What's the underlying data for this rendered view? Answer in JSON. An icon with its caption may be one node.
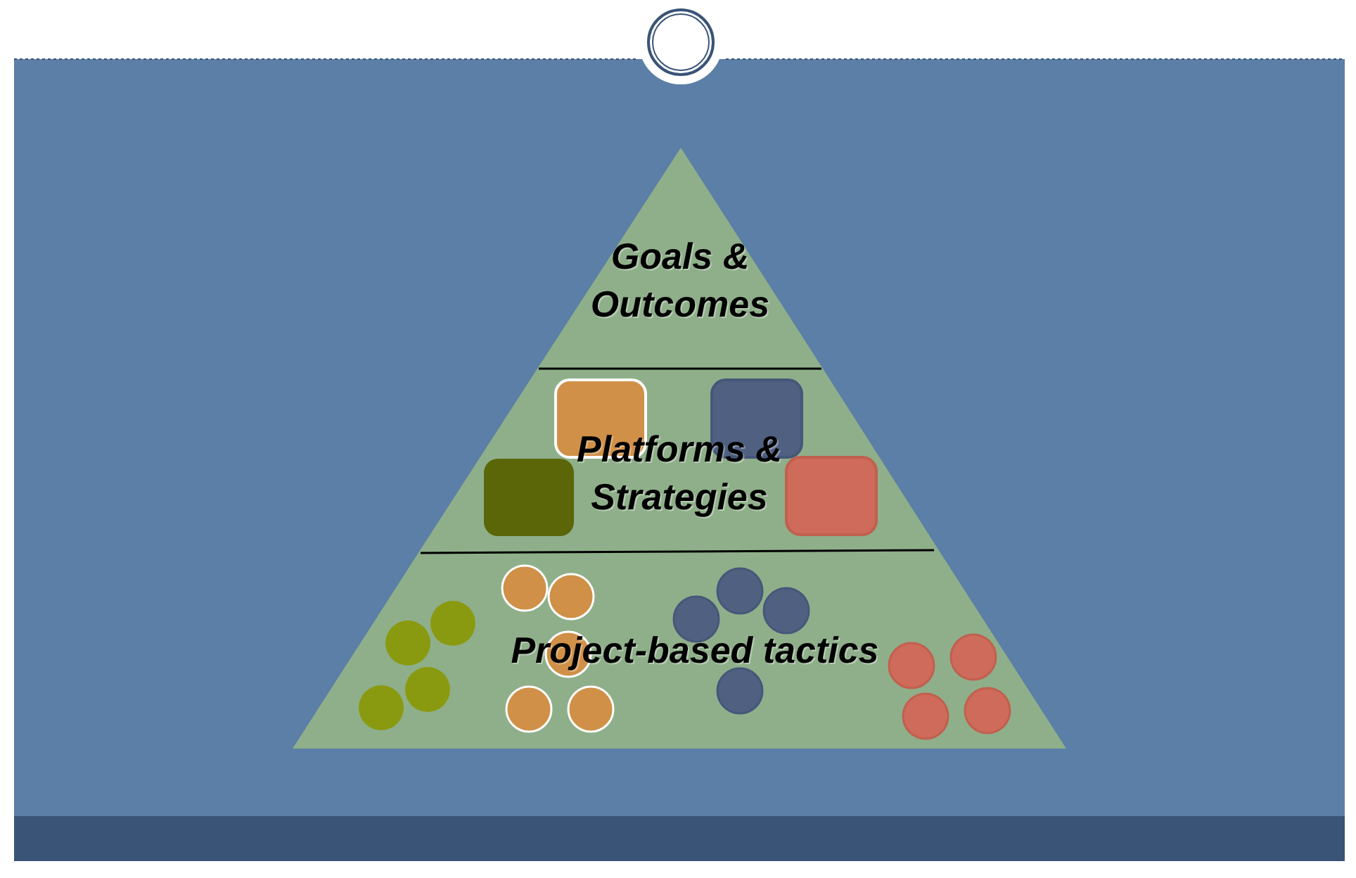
{
  "diagram": {
    "nodes": [
      {
        "text": [
          "Goals & Outcomes"
        ]
      },
      {
        "text": [
          "Platforms & Strategies"
        ]
      },
      {
        "text": [
          "Project-based tactics"
        ]
      }
    ]
  }
}
